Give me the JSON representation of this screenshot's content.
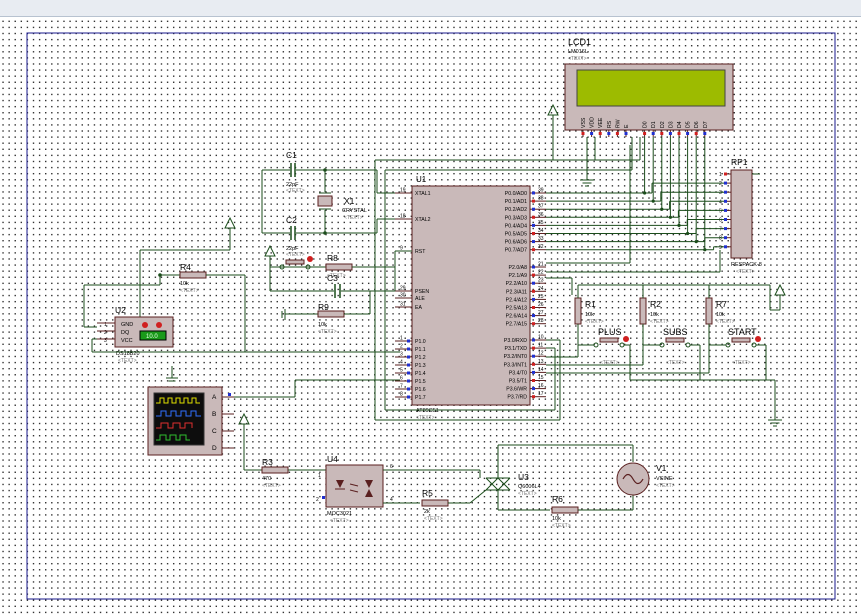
{
  "lcd1": {
    "ref": "LCD1",
    "model": "LM016L",
    "text_tag": "<TEXT>",
    "pins": [
      "VSS",
      "VDD",
      "VEE",
      "RS",
      "RW",
      "E",
      "D0",
      "D1",
      "D2",
      "D3",
      "D4",
      "D5",
      "D6",
      "D7"
    ],
    "screen_color": "#9dbb00"
  },
  "u1": {
    "ref": "U1",
    "model": "AT89C51",
    "text_tag": "<TEXT>",
    "left_pins": [
      {
        "num": "19",
        "name": "XTAL1"
      },
      {
        "num": "18",
        "name": "XTAL2"
      },
      {
        "num": "9",
        "name": "RST"
      },
      {
        "num": "29",
        "name": "PSEN"
      },
      {
        "num": "30",
        "name": "ALE"
      },
      {
        "num": "31",
        "name": "EA"
      },
      {
        "num": "1",
        "name": "P1.0"
      },
      {
        "num": "2",
        "name": "P1.1"
      },
      {
        "num": "3",
        "name": "P1.2"
      },
      {
        "num": "4",
        "name": "P1.3"
      },
      {
        "num": "5",
        "name": "P1.4"
      },
      {
        "num": "6",
        "name": "P1.5"
      },
      {
        "num": "7",
        "name": "P1.6"
      },
      {
        "num": "8",
        "name": "P1.7"
      }
    ],
    "right_pins_p0": [
      {
        "num": "39",
        "name": "P0.0/AD0"
      },
      {
        "num": "38",
        "name": "P0.1/AD1"
      },
      {
        "num": "37",
        "name": "P0.2/AD2"
      },
      {
        "num": "36",
        "name": "P0.3/AD3"
      },
      {
        "num": "35",
        "name": "P0.4/AD4"
      },
      {
        "num": "34",
        "name": "P0.5/AD5"
      },
      {
        "num": "33",
        "name": "P0.6/AD6"
      },
      {
        "num": "32",
        "name": "P0.7/AD7"
      }
    ],
    "right_pins_p2": [
      {
        "num": "21",
        "name": "P2.0/A8"
      },
      {
        "num": "22",
        "name": "P2.1/A9"
      },
      {
        "num": "23",
        "name": "P2.2/A10"
      },
      {
        "num": "24",
        "name": "P2.3/A11"
      },
      {
        "num": "25",
        "name": "P2.4/A12"
      },
      {
        "num": "26",
        "name": "P2.5/A13"
      },
      {
        "num": "27",
        "name": "P2.6/A14"
      },
      {
        "num": "28",
        "name": "P2.7/A15"
      }
    ],
    "right_pins_p3": [
      {
        "num": "10",
        "name": "P3.0/RXD"
      },
      {
        "num": "11",
        "name": "P3.1/TXD"
      },
      {
        "num": "12",
        "name": "P3.2/INT0"
      },
      {
        "num": "13",
        "name": "P3.3/INT1"
      },
      {
        "num": "14",
        "name": "P3.4/T0"
      },
      {
        "num": "15",
        "name": "P3.5/T1"
      },
      {
        "num": "16",
        "name": "P3.6/WR"
      },
      {
        "num": "17",
        "name": "P3.7/RD"
      }
    ]
  },
  "rp1": {
    "ref": "RP1",
    "model": "RESPACK-8",
    "text_tag": "<TEXT>",
    "pins": [
      "1",
      "2",
      "3",
      "4",
      "5",
      "6",
      "7",
      "8",
      "9"
    ]
  },
  "c1": {
    "ref": "C1",
    "value": "22pF",
    "text_tag": "<TEXT>"
  },
  "c2": {
    "ref": "C2",
    "value": "22pF",
    "text_tag": "<TEXT>"
  },
  "c3": {
    "ref": "C3",
    "value": "1uF",
    "text_tag": "<TEXT>"
  },
  "x1": {
    "ref": "X1",
    "value": "CRYSTAL",
    "text_tag": "<TEXT>"
  },
  "r8": {
    "ref": "R8",
    "value": "",
    "text_tag": "<TEXT>"
  },
  "r9": {
    "ref": "R9",
    "value": "10k",
    "text_tag": "<TEXT>"
  },
  "r4": {
    "ref": "R4",
    "value": "10k",
    "text_tag": "<TEXT>"
  },
  "u2": {
    "ref": "U2",
    "model": "DS18B20",
    "text_tag": "<TEXT>",
    "pins": [
      "GND",
      "DQ",
      "VCC"
    ],
    "pin_nums": [
      "1",
      "2",
      "3"
    ],
    "reading": "10.0"
  },
  "r1": {
    "ref": "R1",
    "value": "10k",
    "text_tag": "<TEXT>"
  },
  "r2": {
    "ref": "R2",
    "value": "10k",
    "text_tag": "<TEXT>"
  },
  "r7": {
    "ref": "R7",
    "value": "10k",
    "text_tag": "<TEXT>"
  },
  "buttons": [
    {
      "label": "PLUS",
      "tag": "<TEXT>"
    },
    {
      "label": "SUBS",
      "tag": "<TEXT>"
    },
    {
      "label": "START",
      "tag": "<TEXT>"
    }
  ],
  "scope": {
    "channels": [
      "A",
      "B",
      "C",
      "D"
    ]
  },
  "r3": {
    "ref": "R3",
    "value": "470",
    "text_tag": "<TEXT>"
  },
  "u4": {
    "ref": "U4",
    "model": "MOC3021",
    "text_tag": "<TEXT>",
    "pin_nums": [
      "1",
      "2",
      "6",
      "4"
    ]
  },
  "r5": {
    "ref": "R5",
    "value": "2k",
    "text_tag": "<TEXT>"
  },
  "u3": {
    "ref": "U3",
    "model": "Q6006L4",
    "text_tag": "<TEXT>"
  },
  "r6": {
    "ref": "R6",
    "value": "10k",
    "text_tag": "<TEXT>"
  },
  "v1": {
    "ref": "V1",
    "model": "VSINE",
    "text_tag": "<TEXT>"
  }
}
